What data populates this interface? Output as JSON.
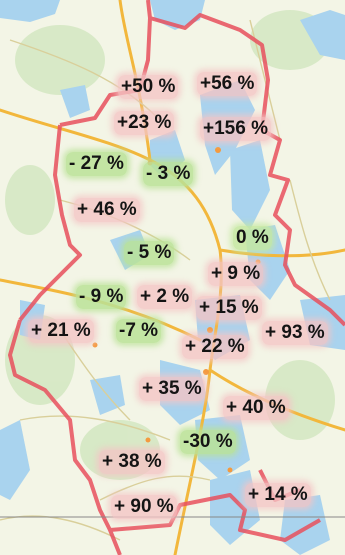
{
  "map": {
    "colors": {
      "land": "#f3f5e6",
      "water": "#a9d3ee",
      "forest": "#d5e8c3",
      "border": "#e8505d",
      "road_major": "#f2b73c",
      "road_minor": "#d9cf9a",
      "increase_bg": "#f4c4c4",
      "decrease_bg": "#bae296"
    },
    "labels": [
      {
        "id": "n1",
        "text": "+50 %",
        "kind": "increase"
      },
      {
        "id": "n2",
        "text": "+56 %",
        "kind": "increase"
      },
      {
        "id": "n3",
        "text": "+23 %",
        "kind": "increase"
      },
      {
        "id": "n4",
        "text": "+156 %",
        "kind": "increase"
      },
      {
        "id": "n5",
        "text": "- 27 %",
        "kind": "decrease"
      },
      {
        "id": "n6",
        "text": "- 3 %",
        "kind": "decrease"
      },
      {
        "id": "n7",
        "text": "+ 46 %",
        "kind": "increase"
      },
      {
        "id": "n8",
        "text": "0 %",
        "kind": "neutral"
      },
      {
        "id": "n9",
        "text": "- 5 %",
        "kind": "decrease"
      },
      {
        "id": "n10",
        "text": "+ 9 %",
        "kind": "increase"
      },
      {
        "id": "n11",
        "text": "- 9 %",
        "kind": "decrease"
      },
      {
        "id": "n12",
        "text": "+ 2 %",
        "kind": "increase"
      },
      {
        "id": "n13",
        "text": "+ 15 %",
        "kind": "increase"
      },
      {
        "id": "n14",
        "text": "+ 21 %",
        "kind": "increase"
      },
      {
        "id": "n15",
        "text": "-7 %",
        "kind": "decrease"
      },
      {
        "id": "n16",
        "text": "+ 22 %",
        "kind": "increase"
      },
      {
        "id": "n17",
        "text": "+ 93 %",
        "kind": "increase"
      },
      {
        "id": "n18",
        "text": "+ 35 %",
        "kind": "increase"
      },
      {
        "id": "n19",
        "text": "+ 40 %",
        "kind": "increase"
      },
      {
        "id": "n20",
        "text": "-30 %",
        "kind": "decrease"
      },
      {
        "id": "n21",
        "text": "+ 38 %",
        "kind": "increase"
      },
      {
        "id": "n22",
        "text": "+ 14 %",
        "kind": "increase"
      },
      {
        "id": "n23",
        "text": "+ 90 %",
        "kind": "increase"
      }
    ]
  }
}
